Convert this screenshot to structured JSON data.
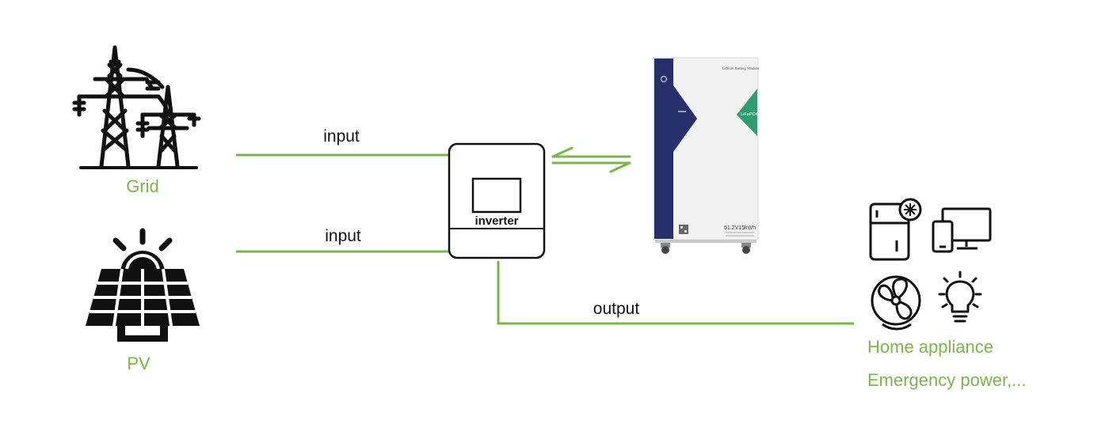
{
  "colors": {
    "accent_green": "#7ab648",
    "line_green": "#7ab648",
    "icon_black": "#111111",
    "battery_navy": "#27306b",
    "battery_teal": "#2d9c73",
    "battery_body": "#f1f2f2"
  },
  "sources": {
    "grid_label": "Grid",
    "pv_label": "PV"
  },
  "connections": {
    "grid_input_label": "input",
    "pv_input_label": "input",
    "output_label": "output"
  },
  "inverter": {
    "label": "inverter"
  },
  "battery": {
    "brand_text": "Lithium Battery Module",
    "chem_tag": "LiFePO4",
    "capacity_text": "51.2V15kWh"
  },
  "loads": {
    "line1": "Home appliance",
    "line2": "Emergency power,..."
  },
  "icons": {
    "grid": "power-tower-icon",
    "pv": "solar-panel-icon",
    "fridge": "fridge-icon",
    "devices": "devices-icon",
    "fan": "fan-icon",
    "bulb": "light-bulb-icon"
  }
}
